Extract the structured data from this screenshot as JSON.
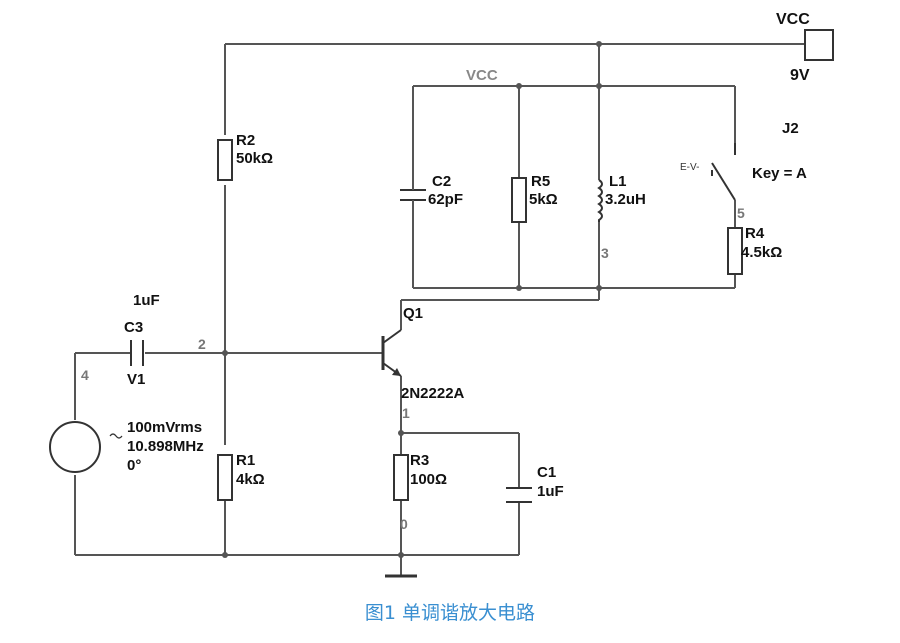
{
  "caption": "图1 单调谐放大电路",
  "supply": {
    "label": "VCC",
    "value": "9V"
  },
  "vcc_rail_label": "VCC",
  "components": {
    "R1": {
      "name": "R1",
      "value": "4kΩ"
    },
    "R2": {
      "name": "R2",
      "value": "50kΩ"
    },
    "R3": {
      "name": "R3",
      "value": "100Ω"
    },
    "R4": {
      "name": "R4",
      "value": "4.5kΩ"
    },
    "R5": {
      "name": "R5",
      "value": "5kΩ"
    },
    "C1": {
      "name": "C1",
      "value": "1uF"
    },
    "C2": {
      "name": "C2",
      "value": "62pF"
    },
    "C3": {
      "name": "C3",
      "value": "1uF"
    },
    "L1": {
      "name": "L1",
      "value": "3.2uH"
    },
    "Q1": {
      "name": "Q1",
      "model": "2N2222A"
    },
    "J2": {
      "name": "J2",
      "key": "Key = A",
      "key_hint": "E-V-"
    },
    "V1": {
      "name": "V1",
      "amplitude": "100mVrms",
      "frequency": "10.898MHz",
      "phase": "0°"
    }
  },
  "nodes": [
    "0",
    "1",
    "2",
    "3",
    "4",
    "5"
  ]
}
